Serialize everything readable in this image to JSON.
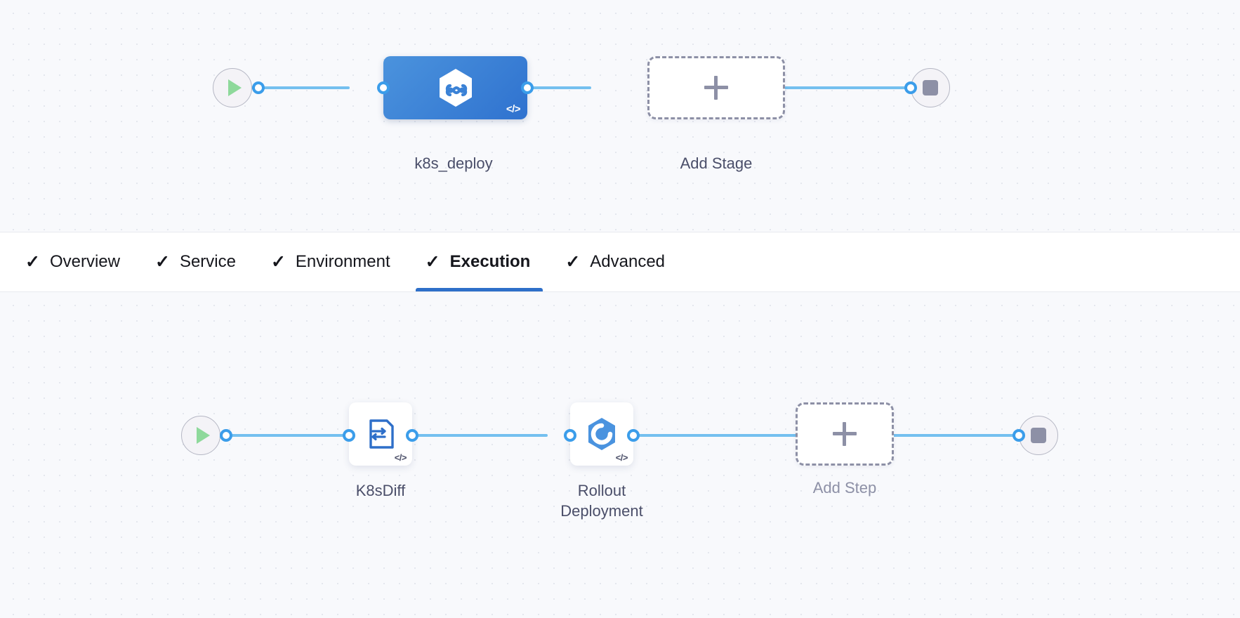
{
  "stage_canvas": {
    "start_node": {
      "name": "start-node",
      "icon": "play-icon"
    },
    "end_node": {
      "name": "end-node",
      "icon": "stop-icon"
    },
    "nodes": [
      {
        "id": "k8s_deploy",
        "label": "k8s_deploy",
        "type": "stage",
        "icon": "harness-deployment-hexagon-icon",
        "code_tag": "</>",
        "selected": true,
        "color": "#3b82d6"
      },
      {
        "id": "add_stage",
        "label": "Add Stage",
        "type": "add-placeholder",
        "icon": "plus-icon"
      }
    ]
  },
  "tabs": {
    "items": [
      {
        "label": "Overview",
        "check": "✓",
        "active": false
      },
      {
        "label": "Service",
        "check": "✓",
        "active": false
      },
      {
        "label": "Environment",
        "check": "✓",
        "active": false
      },
      {
        "label": "Execution",
        "check": "✓",
        "active": true
      },
      {
        "label": "Advanced",
        "check": "✓",
        "active": false
      }
    ],
    "active_indicator_color": "#2e6fc9"
  },
  "step_canvas": {
    "start_node": {
      "name": "start-node",
      "icon": "play-icon"
    },
    "end_node": {
      "name": "end-node",
      "icon": "stop-icon"
    },
    "nodes": [
      {
        "id": "k8sdiff",
        "label": "K8sDiff",
        "type": "step",
        "icon": "k8s-diff-document-icon",
        "code_tag": "</>",
        "color": "#2e6fc9"
      },
      {
        "id": "rollout_deployment",
        "label": "Rollout\nDeployment",
        "type": "step",
        "icon": "rollout-deployment-hexagon-icon",
        "code_tag": "</>",
        "color": "#4a93df"
      },
      {
        "id": "add_step",
        "label": "Add Step",
        "type": "add-placeholder",
        "icon": "plus-icon"
      }
    ]
  },
  "colors": {
    "canvas_background": "#f8f9fc",
    "grid_dot": "#e4e7ee",
    "connector": "#74c0ef",
    "port_ring": "#3b9dea",
    "stage_selected": "#3b82d6",
    "placeholder_border": "#8d90a6",
    "caption_text": "#4a4e69",
    "play_icon": "#8ed99b",
    "stop_icon": "#8d90a6"
  }
}
